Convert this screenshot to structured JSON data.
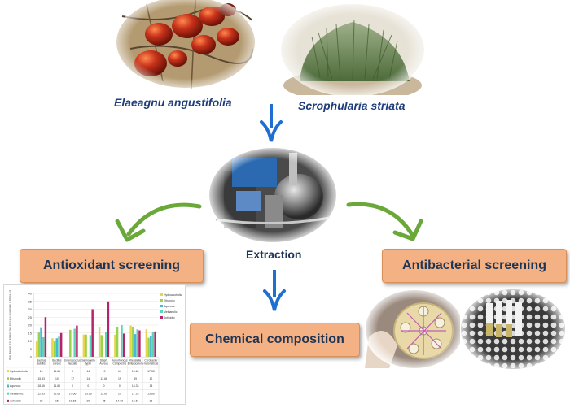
{
  "plants": {
    "left_name": "Elaeagnu angustifolia",
    "right_name": "Scrophularia striata"
  },
  "center": {
    "extraction_label": "Extraction"
  },
  "boxes": {
    "antioxidant": "Antioxidant screening",
    "antibacterial": "Antibacterial screening",
    "chemical": "Chemical composition"
  },
  "colors": {
    "arrow_blue": "#1e6fd0",
    "arrow_green": "#6aa83a",
    "box_fill": "#f4b183",
    "box_text": "#1f3556",
    "caption_text": "#1f3d7a"
  },
  "chart_data": {
    "type": "bar",
    "ylabel": "Mean diameter of the inhibitory halo (mm) at a concentration of 400 mg / ml",
    "ylim": [
      0,
      40
    ],
    "yticks": [
      0,
      5,
      10,
      15,
      20,
      25,
      30,
      35,
      40
    ],
    "categories": [
      "Bacillus subtilis",
      "Bacillus cereus",
      "Enterococcus faecalis",
      "Salmonella typhi",
      "Staph. Aureus",
      "Xenorhoncus Campestris",
      "Klebsiella Enterocerum",
      "Citrobacter malonaticus"
    ],
    "series": [
      {
        "name": "Hydroalcoholic",
        "color": "#e8d44d",
        "values": [
          10,
          11.66,
          0,
          14,
          19,
          14,
          19.66,
          17.33
        ]
      },
      {
        "name": "Ethanolic",
        "color": "#9ad34b",
        "values": [
          15.33,
          10,
          17,
          14,
          13.66,
          19,
          19,
          12
        ]
      },
      {
        "name": "Aqueous",
        "color": "#49b8d6",
        "values": [
          18.66,
          11.66,
          0,
          0,
          0,
          0,
          14.33,
          13
        ]
      },
      {
        "name": "Methanolic",
        "color": "#58d6b7",
        "values": [
          12.33,
          12.66,
          17.66,
          13.66,
          15.66,
          20,
          17.33,
          15.66
        ]
      },
      {
        "name": "Antibiotic",
        "color": "#b7236a",
        "values": [
          25,
          15,
          19.66,
          30,
          35,
          14.66,
          16.66,
          16
        ]
      }
    ],
    "table_values": [
      [
        "10",
        "11.66",
        "0",
        "14",
        "19",
        "14",
        "19.66",
        "17.33"
      ],
      [
        "15.33",
        "10",
        "17",
        "14",
        "13.66",
        "19",
        "19",
        "12"
      ],
      [
        "18.66",
        "11.66",
        "0",
        "0",
        "0",
        "0",
        "14.33",
        "13"
      ],
      [
        "12.33",
        "12.66",
        "17.66",
        "13.66",
        "15.66",
        "20",
        "17.33",
        "15.66"
      ],
      [
        "25",
        "15",
        "19.66",
        "30",
        "35",
        "14.66",
        "16.66",
        "16"
      ]
    ],
    "legend_position": "right"
  }
}
